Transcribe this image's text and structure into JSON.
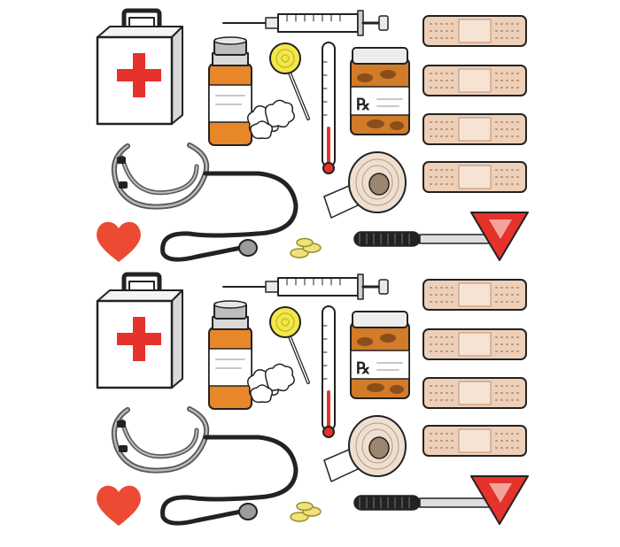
{
  "sheet": {
    "copies": 2,
    "background": "#ffffff",
    "colors": {
      "outline": "#222222",
      "red": "#e5322b",
      "orange": "#e8862a",
      "bandage": "#eecfb8",
      "bandage_pad": "#f6e3d3",
      "lollipop": "#f2e84a",
      "pill": "#efe27a",
      "heart": "#ec4a33",
      "tape": "#eedfd0",
      "steel": "#9c9c9c"
    }
  },
  "stickers": [
    {
      "name": "first-aid-kit-icon"
    },
    {
      "name": "syringe-icon"
    },
    {
      "name": "bandage-icon",
      "count": 4
    },
    {
      "name": "medicine-bottle-icon"
    },
    {
      "name": "cotton-balls-icon"
    },
    {
      "name": "lollipop-icon"
    },
    {
      "name": "thermometer-icon"
    },
    {
      "name": "prescription-bottle-icon",
      "label": "Rx"
    },
    {
      "name": "stethoscope-icon"
    },
    {
      "name": "medical-tape-icon"
    },
    {
      "name": "heart-icon"
    },
    {
      "name": "pills-icon"
    },
    {
      "name": "reflex-hammer-icon"
    }
  ]
}
